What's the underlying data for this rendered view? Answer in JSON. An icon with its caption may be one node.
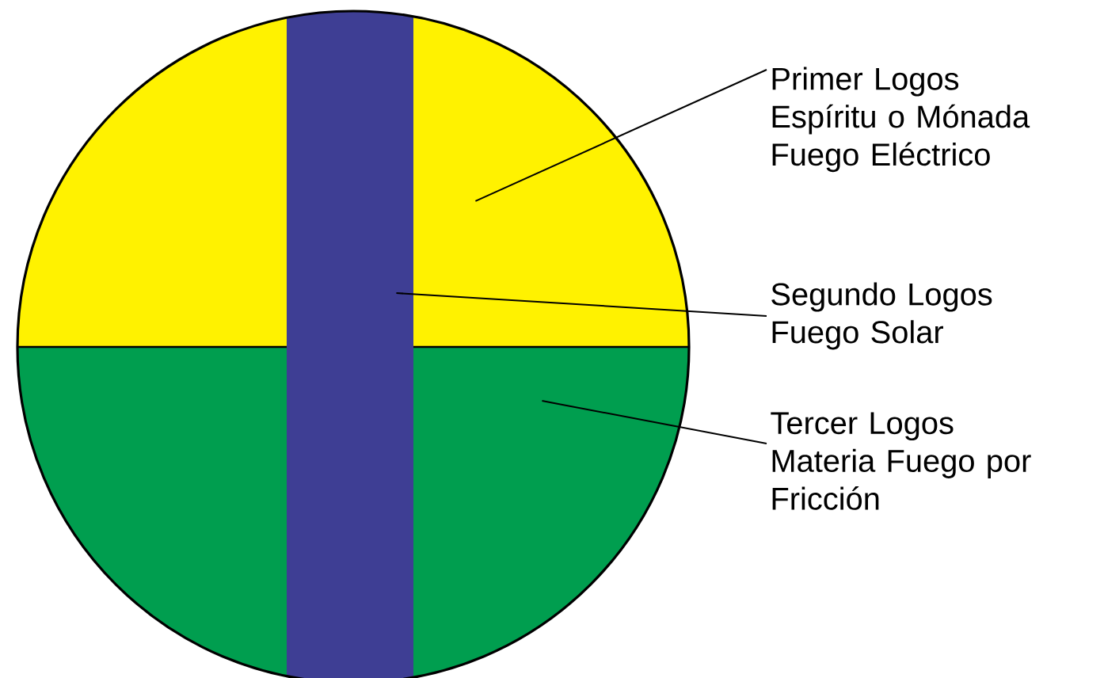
{
  "diagram": {
    "nodes": [
      {
        "text": [
          "Primer Logos Espíritu o Mónada Fuego Eléctrico"
        ]
      },
      {
        "text": [
          "Segundo Logos Fuego Solar"
        ]
      },
      {
        "text": [
          "Tercer Logos Materia Fuego por Fricción"
        ]
      },
      {
        "text": [],
        "shape": "segment"
      },
      {
        "text": [],
        "shape": "bar"
      },
      {
        "text": [],
        "shape": "segment"
      }
    ],
    "edges": [
      {
        "from": 0,
        "to": 3,
        "arrow": "none"
      },
      {
        "from": 1,
        "to": 4,
        "arrow": "none"
      },
      {
        "from": 2,
        "to": 5,
        "arrow": "none"
      }
    ]
  }
}
